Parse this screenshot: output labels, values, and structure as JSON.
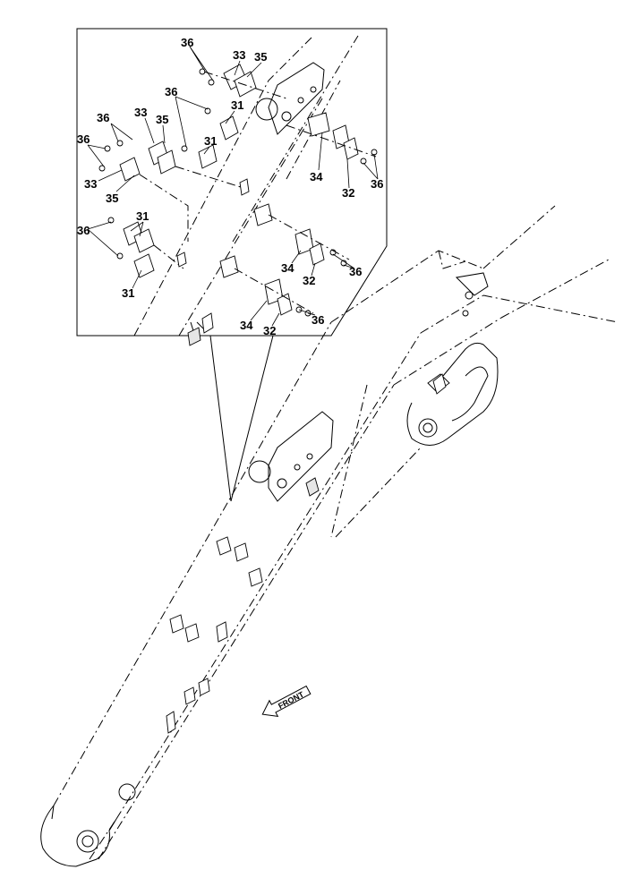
{
  "diagram": {
    "labels": {
      "l36a": "36",
      "l33a": "33",
      "l35a": "35",
      "l36b": "36",
      "l31a": "31",
      "l36c": "36",
      "l33b": "33",
      "l35b": "35",
      "l36d": "36",
      "l31b": "31",
      "l33c": "33",
      "l35c": "35",
      "l31c": "31",
      "l36e": "36",
      "l31d": "31",
      "l34a": "34",
      "l32a": "32",
      "l36f": "36",
      "l34b": "34",
      "l32b": "32",
      "l36g": "36",
      "l34c": "34",
      "l32c": "32",
      "l36h": "36"
    },
    "front_label": "FRONT"
  }
}
